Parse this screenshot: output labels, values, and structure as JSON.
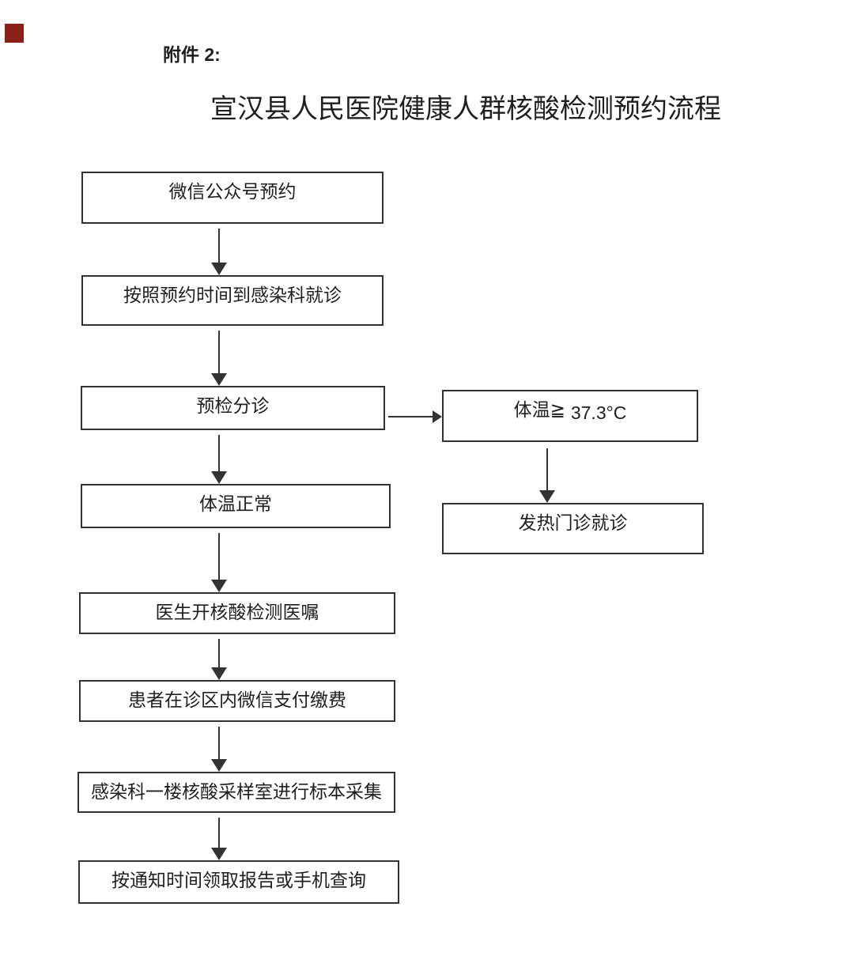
{
  "document": {
    "attachment_label": "附件 2:",
    "title": "宣汉县人民医院健康人群核酸检测预约流程"
  },
  "colors": {
    "background": "#ffffff",
    "text": "#1f1f1f",
    "line": "#333333",
    "corner_square": "#8c211a"
  },
  "flowchart": {
    "main_steps": [
      {
        "label": "微信公众号预约"
      },
      {
        "label": "按照预约时间到感染科就诊"
      },
      {
        "label": "预检分诊"
      },
      {
        "label": "体温正常"
      },
      {
        "label": "医生开核酸检测医嘱"
      },
      {
        "label": "患者在诊区内微信支付缴费"
      },
      {
        "label": "感染科一楼核酸采样室进行标本采集"
      },
      {
        "label": "按通知时间领取报告或手机查询"
      }
    ],
    "branch_steps": [
      {
        "label_prefix": "体温≧",
        "label_value": "37.3°C"
      },
      {
        "label": "发热门诊就诊"
      }
    ]
  }
}
